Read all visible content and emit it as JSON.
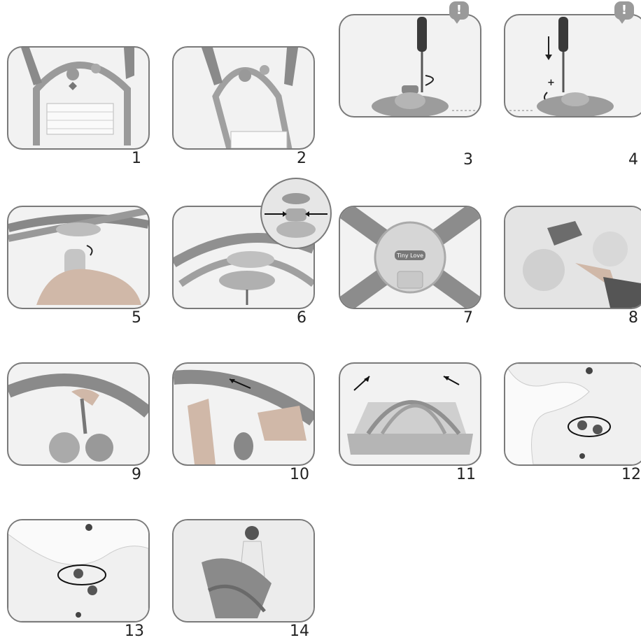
{
  "steps": [
    {
      "num": "1"
    },
    {
      "num": "2"
    },
    {
      "num": "3",
      "warning": "!"
    },
    {
      "num": "4",
      "warning": "!"
    },
    {
      "num": "5"
    },
    {
      "num": "6"
    },
    {
      "num": "7",
      "logo": "Tiny Love"
    },
    {
      "num": "8"
    },
    {
      "num": "9"
    },
    {
      "num": "10"
    },
    {
      "num": "11"
    },
    {
      "num": "12"
    },
    {
      "num": "13"
    },
    {
      "num": "14"
    }
  ],
  "colors": {
    "frame": "#7a7a7a",
    "panel_bg": "#f2f2f2",
    "arc": "#8c8c8c",
    "warn": "#9a9a9a"
  },
  "icons": [
    "screwdriver-icon",
    "arrow-icon",
    "warning-bubble-icon"
  ]
}
